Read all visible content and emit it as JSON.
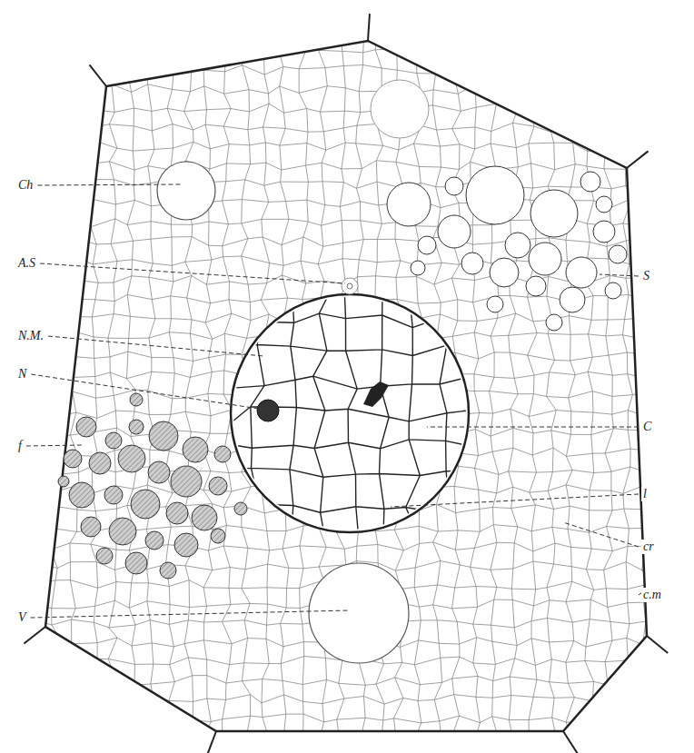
{
  "diagram": {
    "labels": [
      "Ch",
      "A.S",
      "S",
      "N.M.",
      "N",
      "C",
      "f",
      "l",
      "cr",
      "V",
      "c.m"
    ]
  }
}
